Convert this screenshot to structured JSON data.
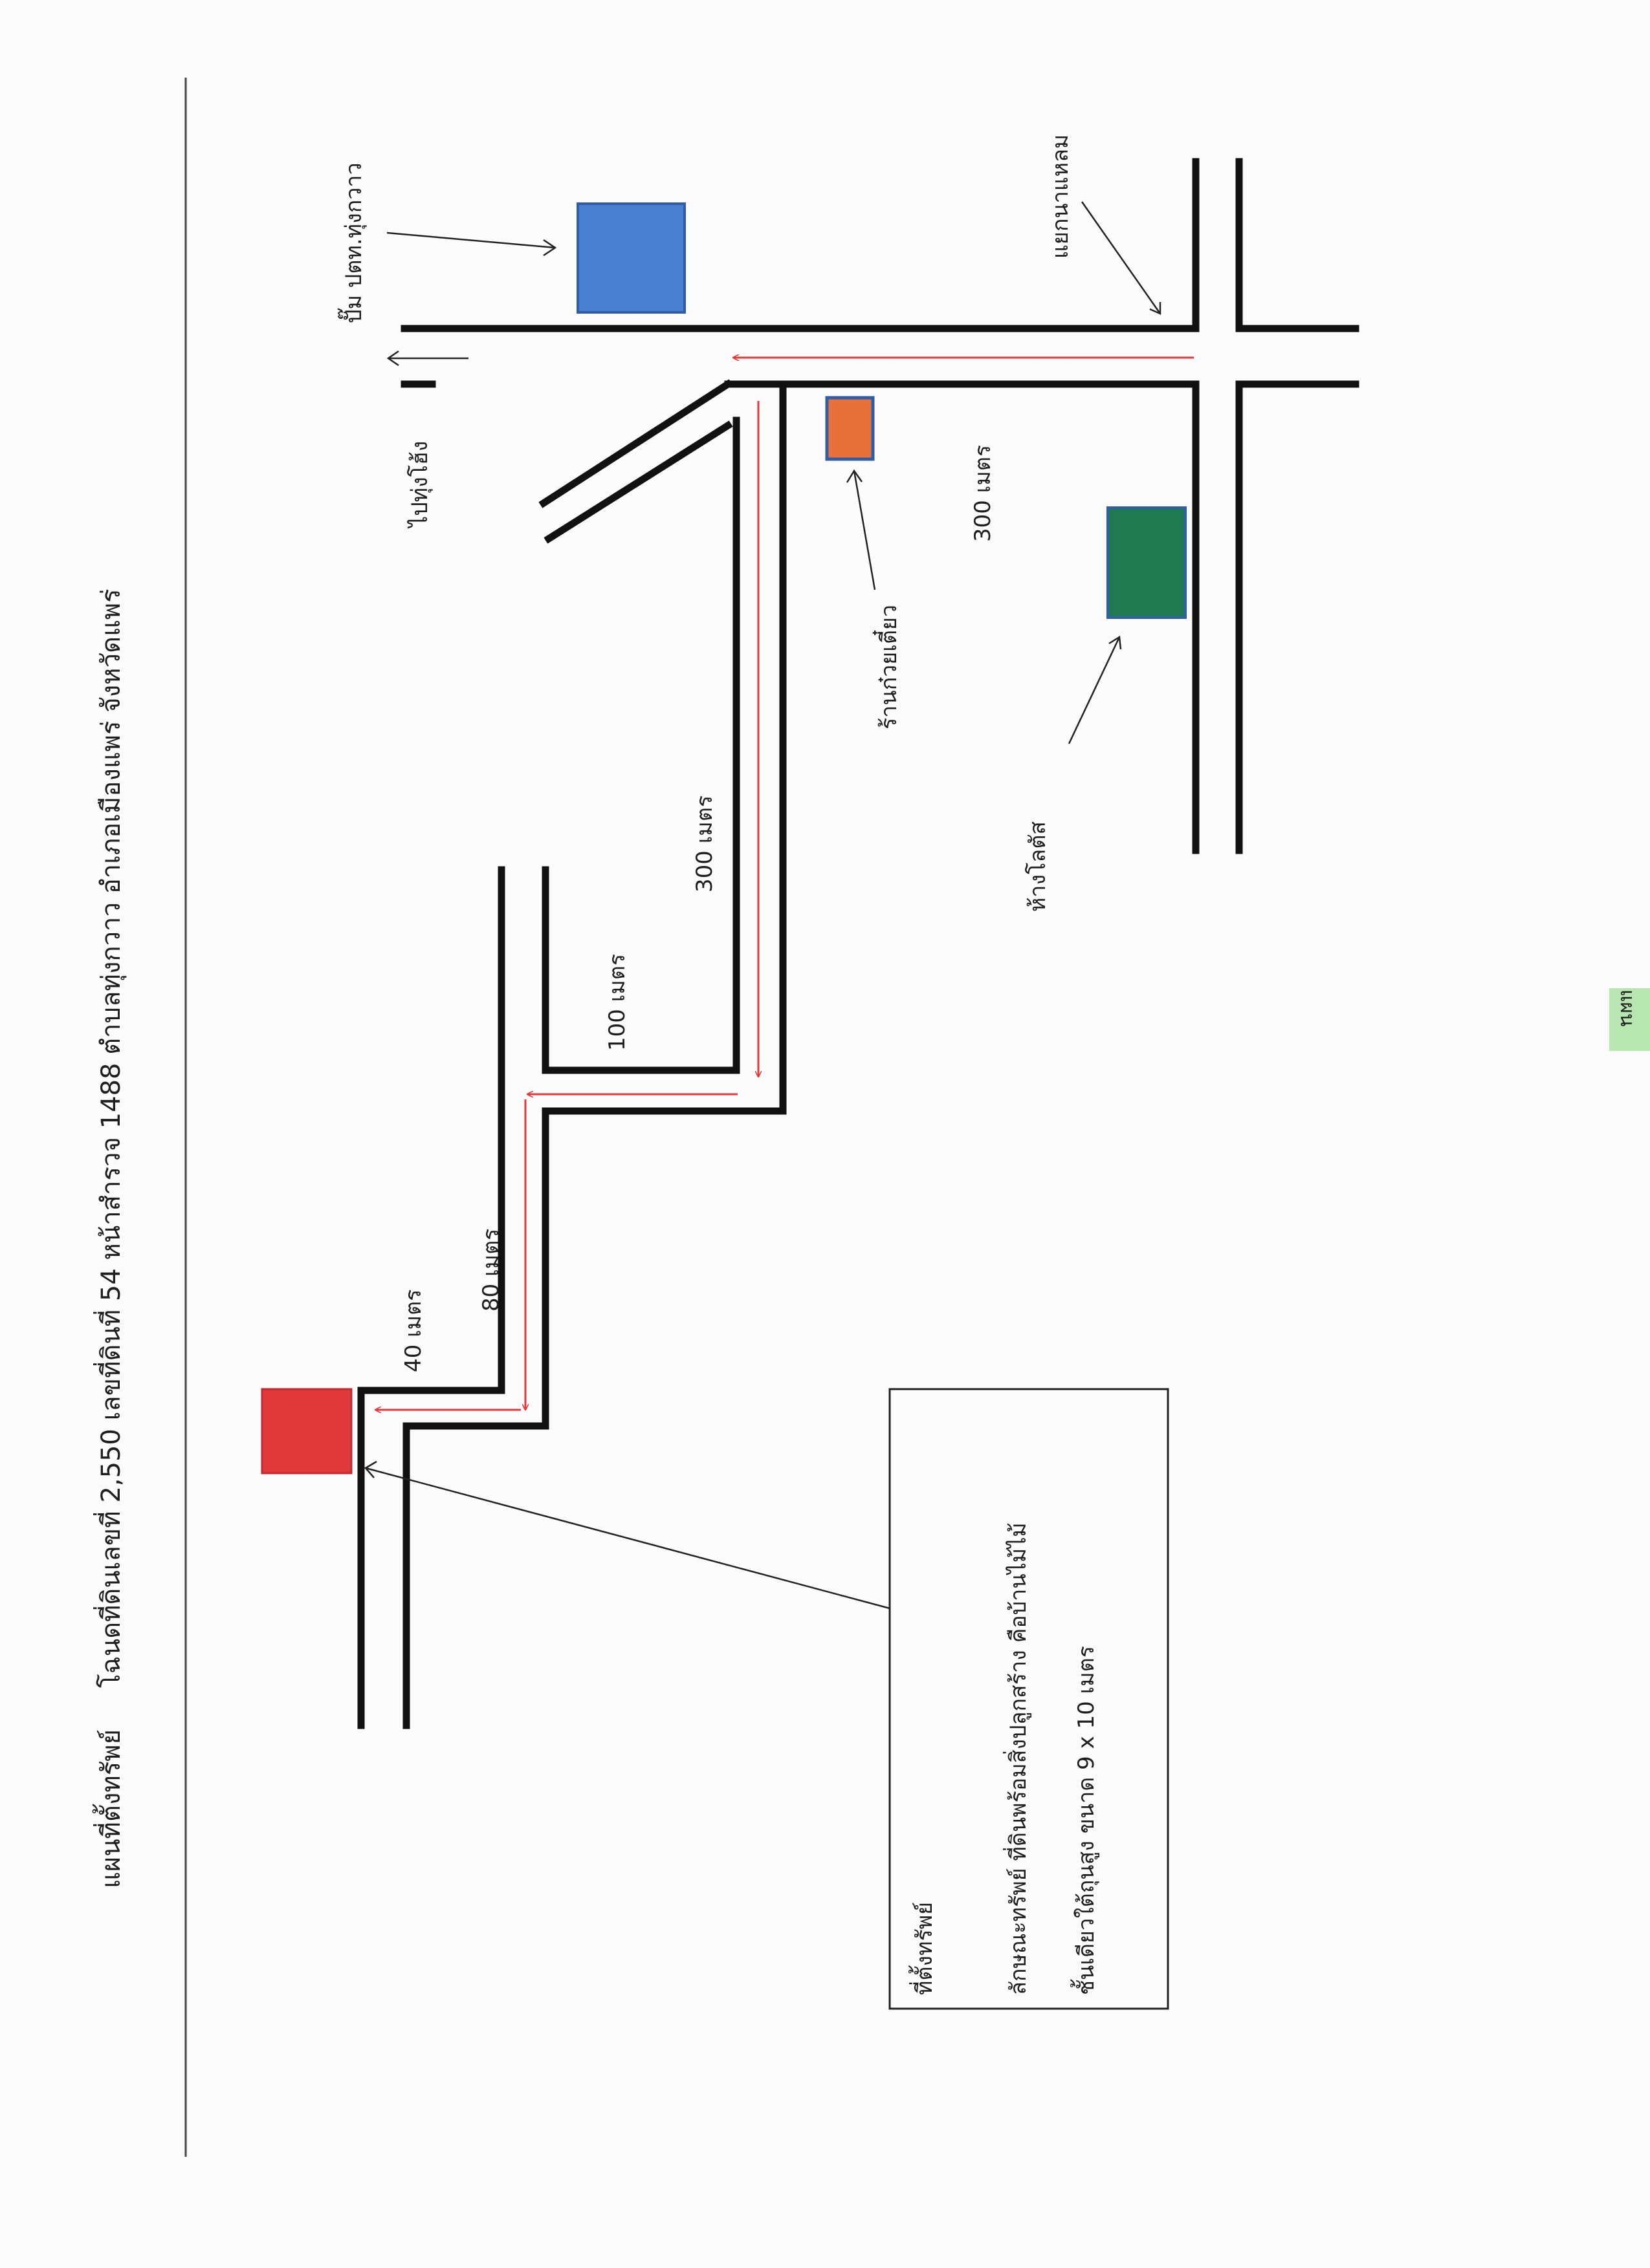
{
  "header": {
    "title": "แผนที่ตั้งทรัพย์",
    "deed": "โฉนดที่ดินเลขที่  2,550  เลขที่ดินที่ 54  หน้าสำรวจ 1488  ตำบลทุ่งกวาว  อำเภอเมืองแพร่  จังหวัดแพร่"
  },
  "landmarks": {
    "gas_station": "ปั๊ม ปตท.ทุ่งกวาว",
    "intersection": "แยกนาแหลม",
    "to_thung_hong": "ไปทุ่งโฮ้ง",
    "noodle_shop": "ร้านก๋วยเตี๋ยว",
    "lotus": "ห้างโลตัส"
  },
  "distances": {
    "d300_right": "300 เมตร",
    "d300_main": "300 เมตร",
    "d100": "100 เมตร",
    "d80": "80 เมตร",
    "d40": "40 เมตร"
  },
  "info_box": {
    "line1": "ที่ตั้งทรัพย์",
    "line2": "ลักษณะทรัพย์  ที่ดินพร้อมสิ่งปลูกสร้าง  คือบ้านไม้ไม้",
    "line3": "ชั้นเดียวใต้ถุนสูง  ขนาด  9 x 10  เมตร"
  },
  "edge_tab": "แผน",
  "colors": {
    "property": "#e0393c",
    "gas_station": "#4a7fd0",
    "noodle_shop": "#e8703a",
    "lotus": "#1f7a52",
    "route": "#e23a3a",
    "tab": "#b8e6b0"
  }
}
